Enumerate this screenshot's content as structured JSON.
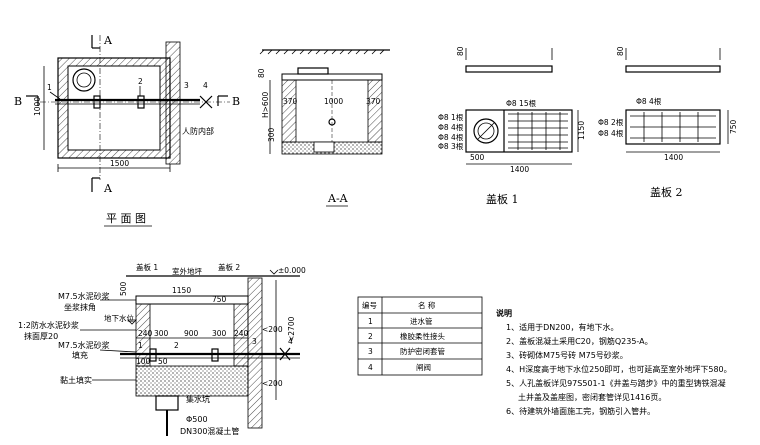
{
  "plan": {
    "title": "平 面 图",
    "section_marker": "A",
    "section_marker_b": "B",
    "dim_width": "1500",
    "dim_height": "1000",
    "civil_defense_label": "人防内部",
    "callouts": [
      "1",
      "2",
      "3",
      "4"
    ]
  },
  "section_aa": {
    "title": "A-A",
    "dims": [
      "80",
      "H>600",
      "300",
      "370",
      "1000",
      "370"
    ]
  },
  "cover1": {
    "title": "盖板 1",
    "rebar": [
      "Φ8 15根",
      "Φ8 1根",
      "Φ8 4根",
      "Φ8 4根",
      "Φ8 3根"
    ],
    "dims": [
      "500",
      "1400",
      "1150"
    ]
  },
  "cover2": {
    "title": "盖板 2",
    "rebar": [
      "Φ8 4根",
      "Φ8 2根",
      "Φ8 4根"
    ],
    "dims": [
      "1400",
      "750"
    ]
  },
  "section_bb": {
    "cover1_label": "盖板 1",
    "cover2_label": "盖板 2",
    "outdoor_ground": "室外地坪",
    "elevation": "±0.000",
    "mortar_top": "M7.5水泥砂浆",
    "seat_mortar": "坐浆抹角",
    "groundwater": "地下水位",
    "waterproof": "1:2防水水泥砂浆",
    "plaster": "抹面厚20",
    "mortar_bottom": "M7.5水泥砂浆",
    "caulk": "填充",
    "clay_fill": "黏土填实",
    "sump": "集水坑",
    "pipe_dia": "Φ500",
    "drain_pipe": "DN300混凝土管",
    "dims": {
      "d500": "500",
      "d1150": "1150",
      "d750": "750",
      "d240a": "240",
      "d300": "300",
      "d900": "900",
      "d300b": "300",
      "d240b": "240",
      "d100": "100",
      "d50": "50",
      "d200a": "<200",
      "d200b": "<200",
      "d2700": "<2700"
    }
  },
  "legend": {
    "headers": [
      "编号",
      "名 称"
    ],
    "rows": [
      [
        "1",
        "进水管"
      ],
      [
        "2",
        "橡胶柔性接头"
      ],
      [
        "3",
        "防护密闭套管"
      ],
      [
        "4",
        "闸阀"
      ]
    ]
  },
  "notes": {
    "title": "说明",
    "items": [
      "1、适用于DN200，有地下水。",
      "2、盖板混凝土采用C20，钢筋Q235-A。",
      "3、砖砌体M75号砖 M75号砂浆。",
      "4、H深度高于地下水位250即可，也可延高至室外地坪下580。",
      "5、人孔盖板详见97S501-1《井盖与踏步》中的重型铸铁混凝",
      "土井盖及盖座图，密闭套管详见1416页。",
      "6、待建筑外墙面施工完，钢筋引入管井。"
    ]
  }
}
